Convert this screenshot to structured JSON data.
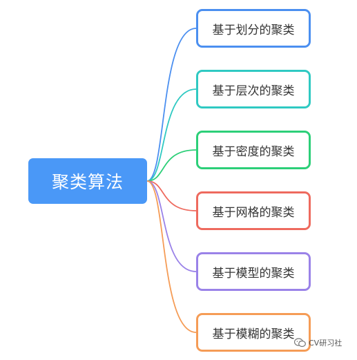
{
  "root": {
    "label": "聚类算法",
    "color": "#4A98F7"
  },
  "children": [
    {
      "label": "基于划分的聚类",
      "color": "#4B8FF0"
    },
    {
      "label": "基于层次的聚类",
      "color": "#2FC9C2"
    },
    {
      "label": "基于密度的聚类",
      "color": "#2CCF78"
    },
    {
      "label": "基于网格的聚类",
      "color": "#EE6A5E"
    },
    {
      "label": "基于模型的聚类",
      "color": "#9A82E8"
    },
    {
      "label": "基于模糊的聚类",
      "color": "#F59C56"
    }
  ],
  "watermark": {
    "text": "CV研习社",
    "icon": "wechat-icon"
  }
}
